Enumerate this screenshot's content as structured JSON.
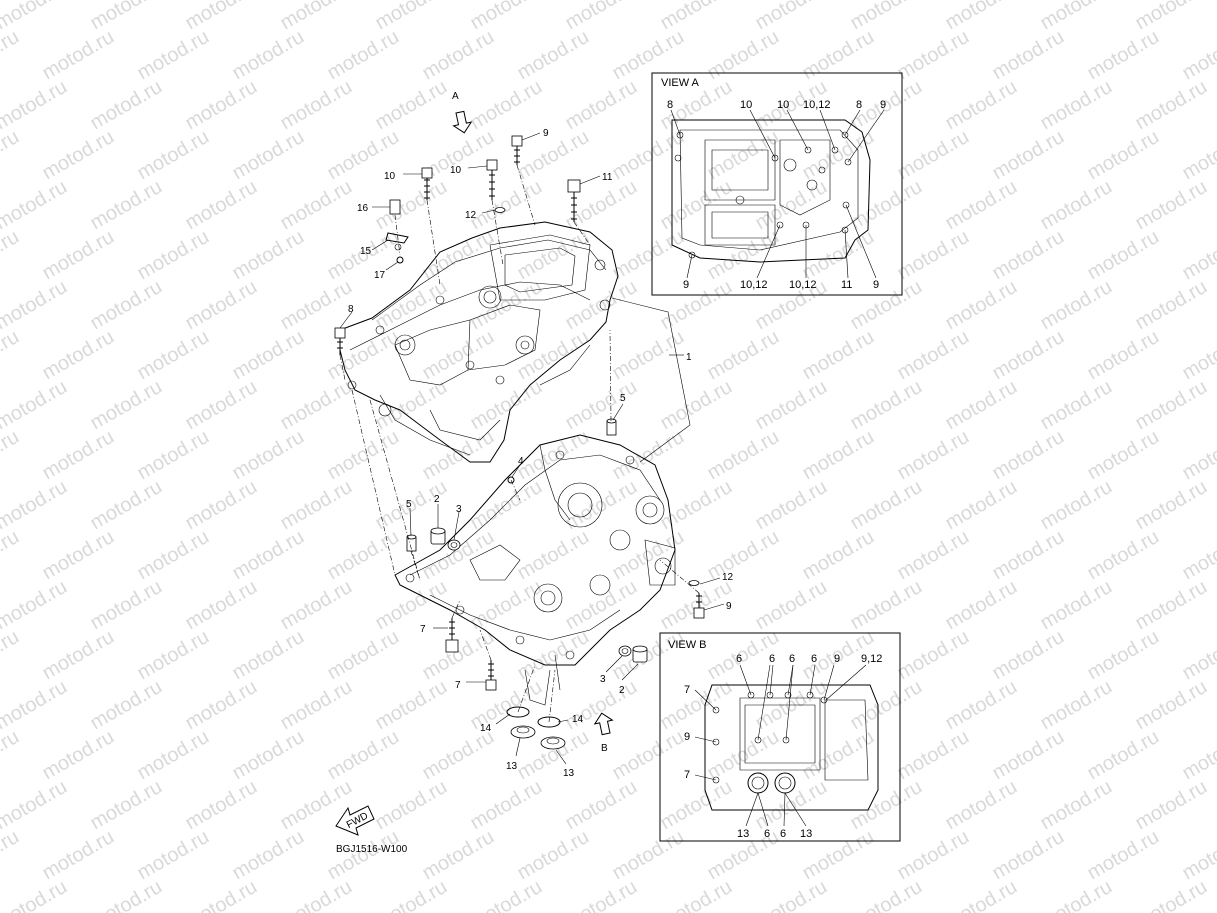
{
  "watermark": "motod.ru",
  "diagram_code": "BGJ1516-W100",
  "fwd_label": "FWD",
  "view_a": {
    "title": "VIEW A",
    "top_labels": [
      "8",
      "10",
      "10",
      "10,12",
      "8",
      "9"
    ],
    "bottom_labels": [
      "9",
      "10,12",
      "10,12",
      "11",
      "9"
    ]
  },
  "view_b": {
    "title": "VIEW B",
    "top_labels": [
      "6",
      "6",
      "6",
      "6",
      "9",
      "9,12"
    ],
    "left_labels": [
      "7",
      "9",
      "7"
    ],
    "bottom_labels": [
      "13",
      "6",
      "6",
      "13"
    ]
  },
  "arrows": {
    "a": "A",
    "b": "B"
  },
  "callouts": {
    "c1": "1",
    "c2a": "2",
    "c2b": "2",
    "c3a": "3",
    "c3b": "3",
    "c4": "4",
    "c5a": "5",
    "c5b": "5",
    "c7a": "7",
    "c7b": "7",
    "c8": "8",
    "c9a": "9",
    "c9b": "9",
    "c10a": "10",
    "c10b": "10",
    "c11": "11",
    "c12a": "12",
    "c12b": "12",
    "c13a": "13",
    "c13b": "13",
    "c14a": "14",
    "c14b": "14",
    "c15": "15",
    "c16": "16",
    "c17": "17"
  }
}
